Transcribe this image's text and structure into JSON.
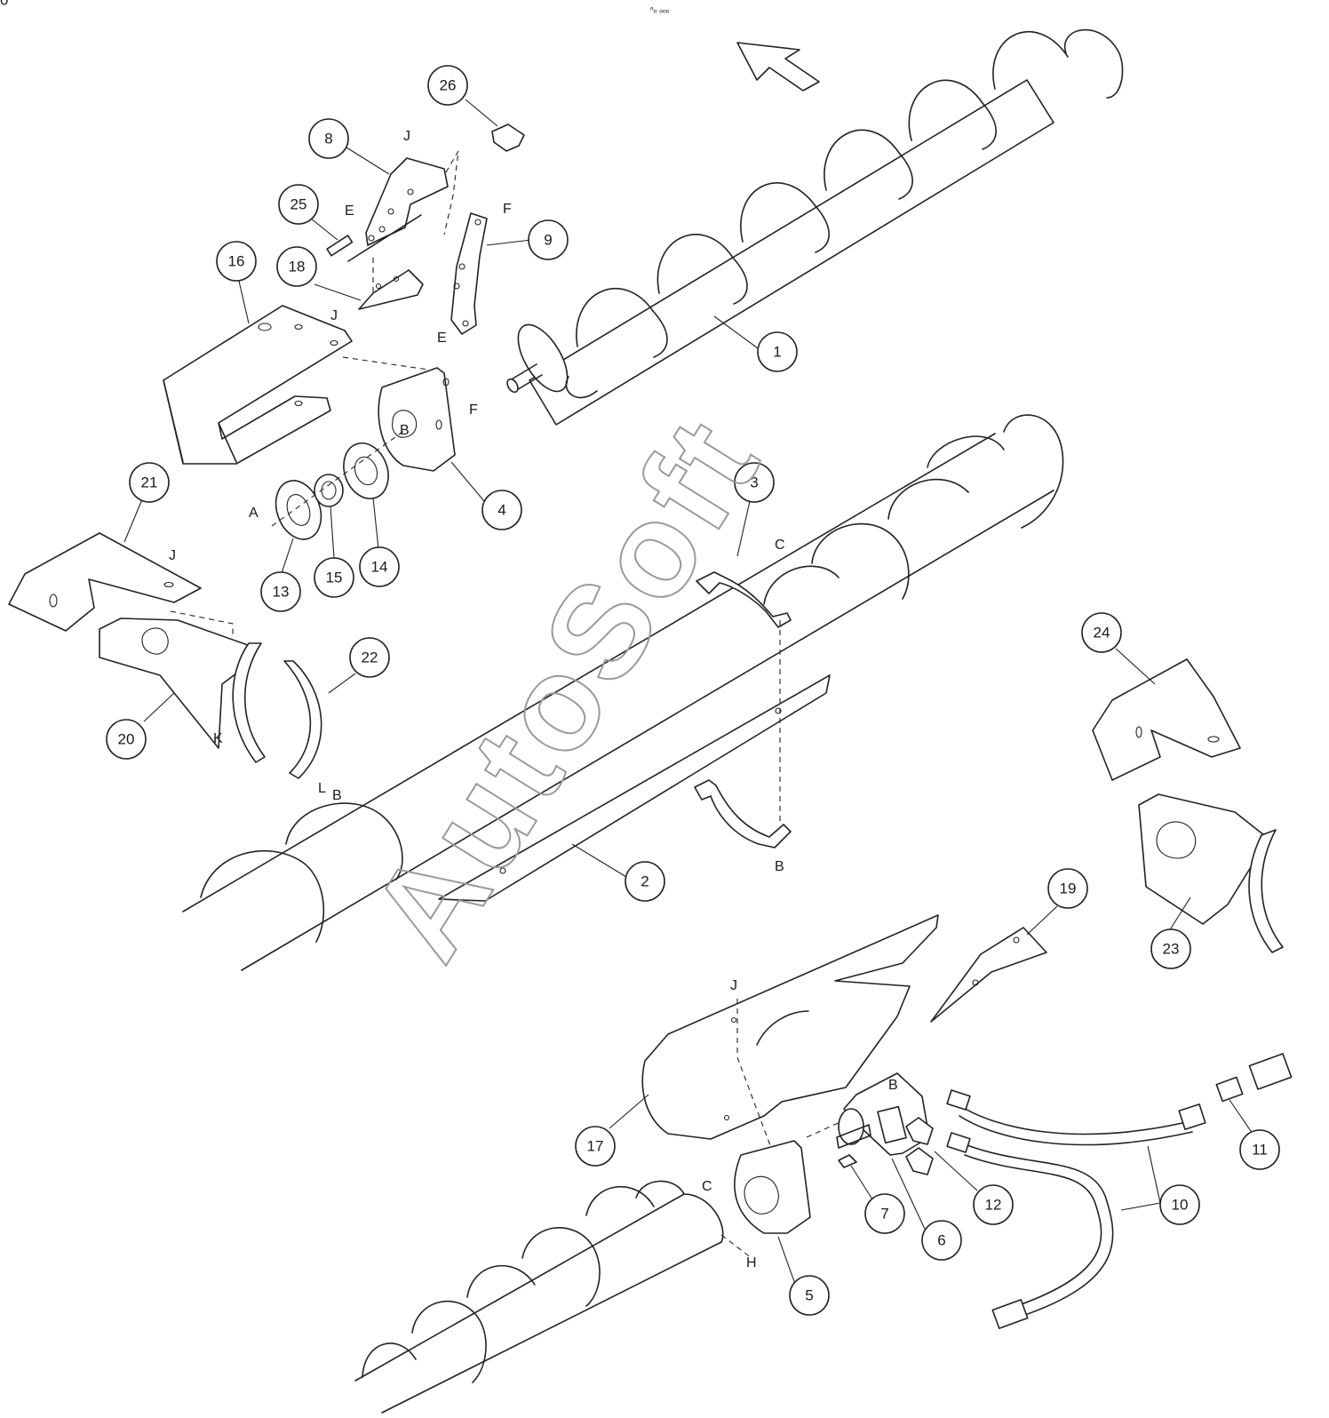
{
  "diagram": {
    "header_mark": "ⁿₒ ₒₒₒ",
    "watermark": "AutoSoft",
    "part_callouts": [
      "1",
      "2",
      "3",
      "4",
      "5",
      "6",
      "7",
      "8",
      "9",
      "10",
      "10",
      "11",
      "12",
      "13",
      "14",
      "15",
      "16",
      "17",
      "18",
      "19",
      "20",
      "21",
      "22",
      "23",
      "24",
      "25",
      "26"
    ],
    "reference_letters": [
      "A",
      "B",
      "B",
      "B",
      "B",
      "C",
      "C",
      "E",
      "E",
      "F",
      "F",
      "H",
      "J",
      "J",
      "J",
      "J",
      "K",
      "L"
    ]
  }
}
